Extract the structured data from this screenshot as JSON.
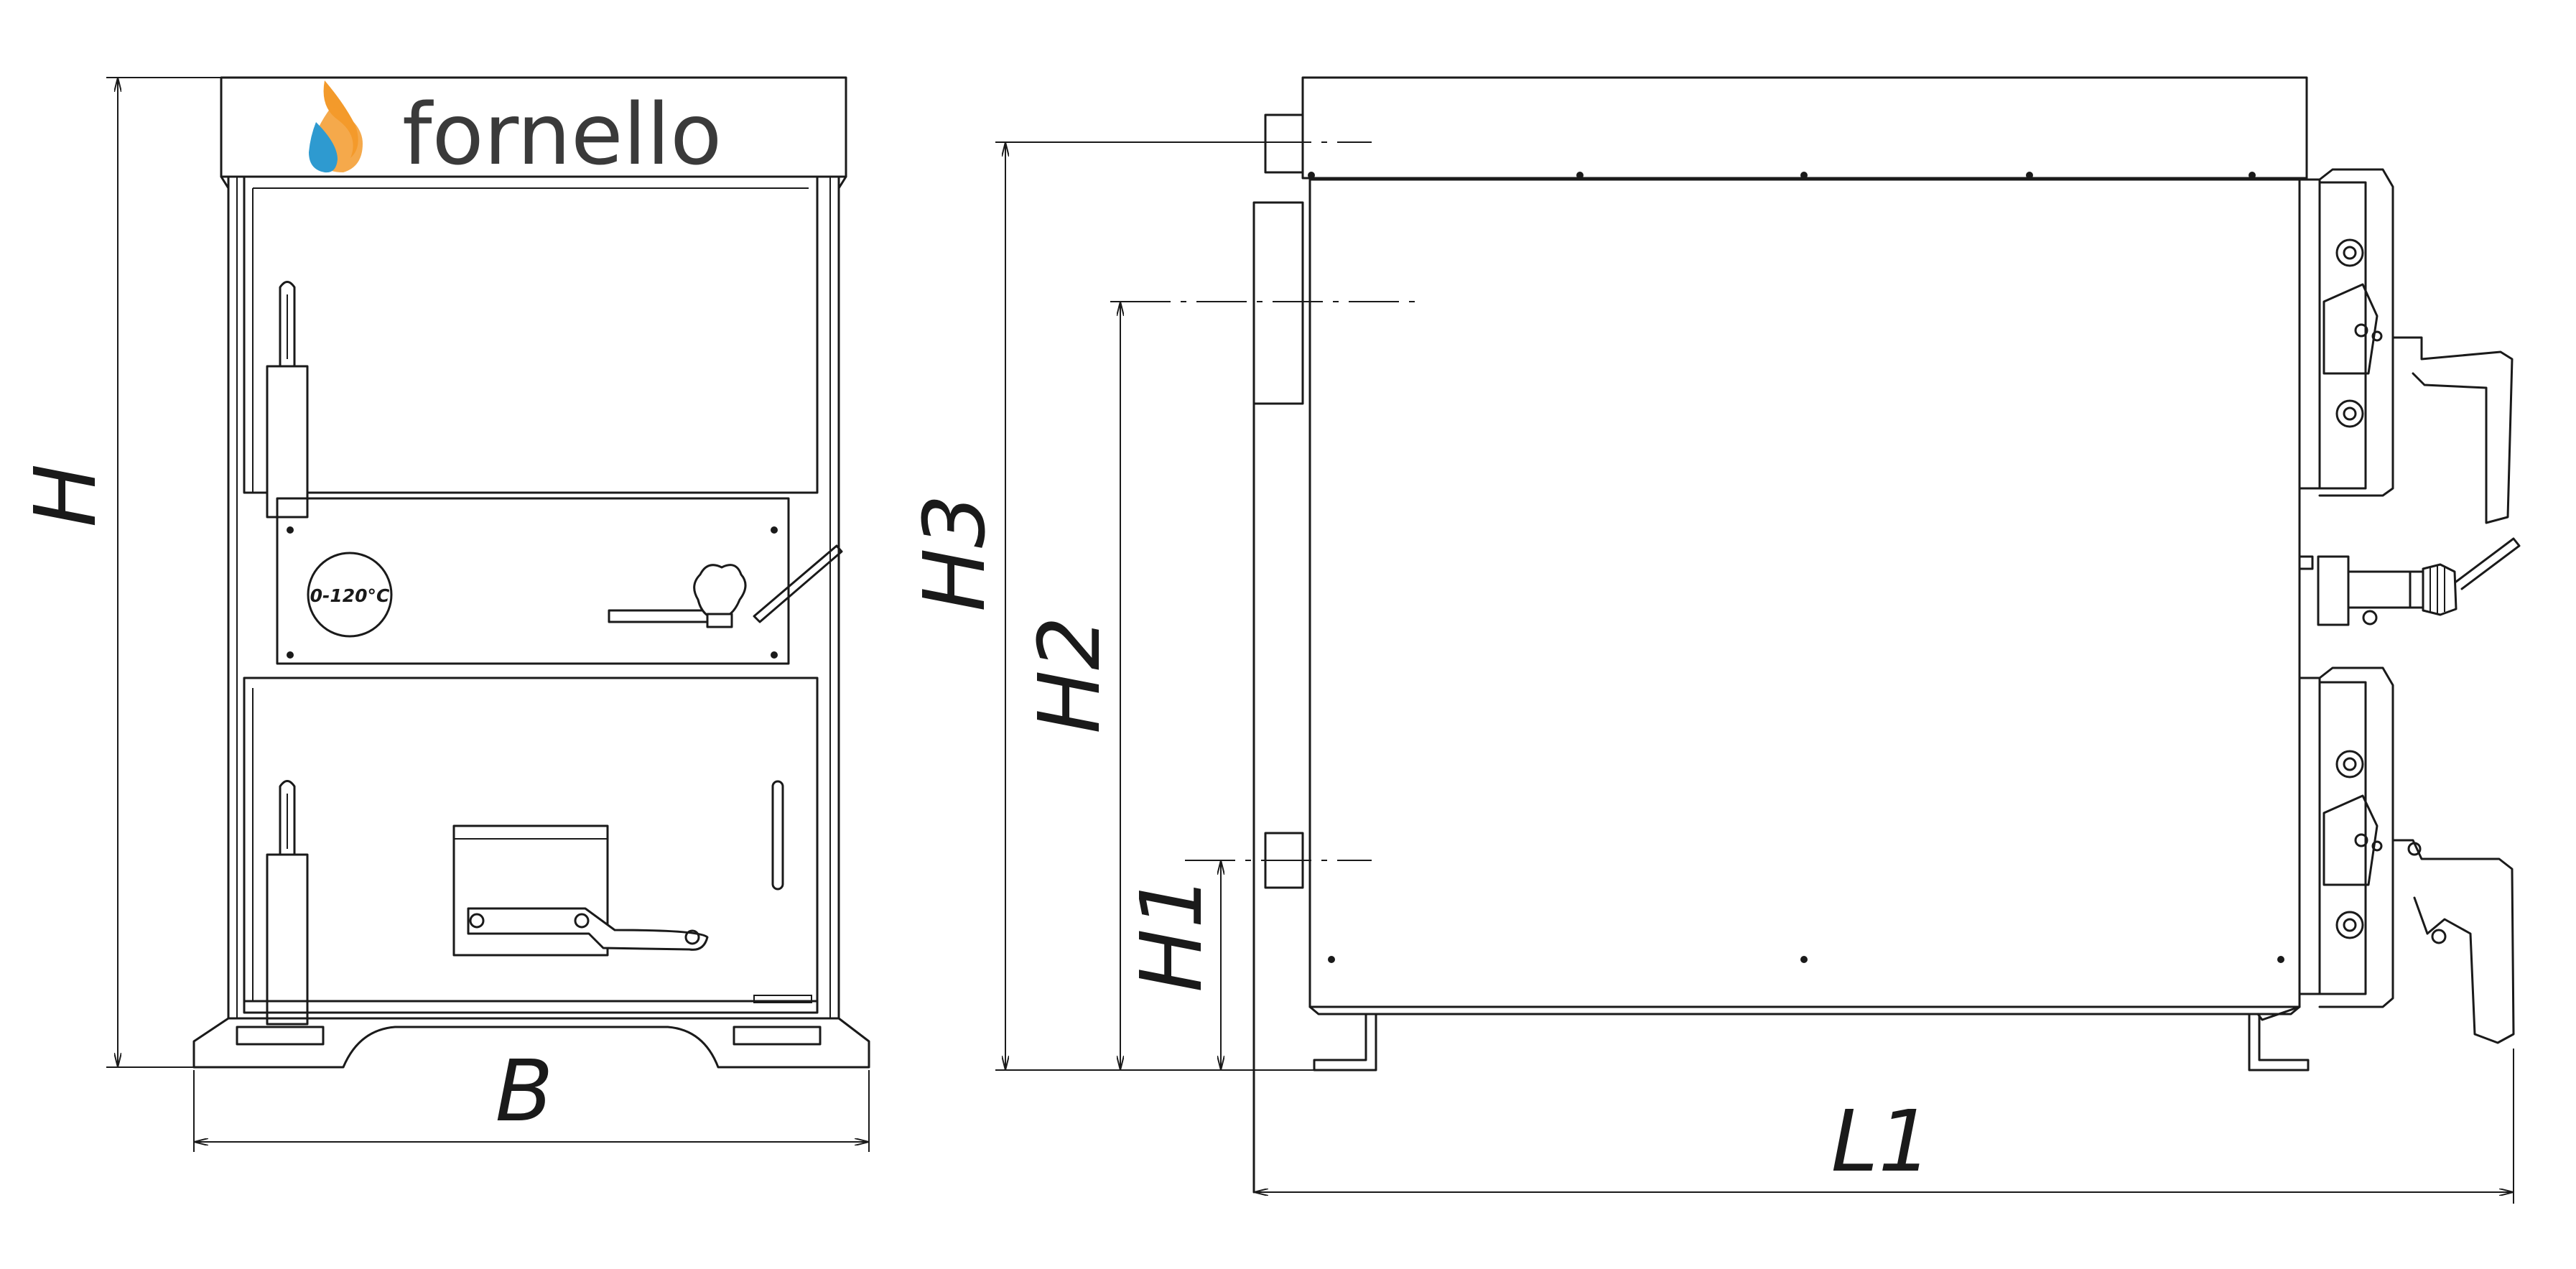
{
  "brand": {
    "name": "fornello",
    "colors": {
      "flame_orange": "#f39a2b",
      "flame_blue": "#2e9ad0",
      "text": "#3a3a3a"
    }
  },
  "front_view": {
    "gauge_label": "0-120°C"
  },
  "dimensions": {
    "height": "H",
    "width": "B",
    "height_1": "H1",
    "height_2": "H2",
    "height_3": "H3",
    "length": "L1"
  }
}
